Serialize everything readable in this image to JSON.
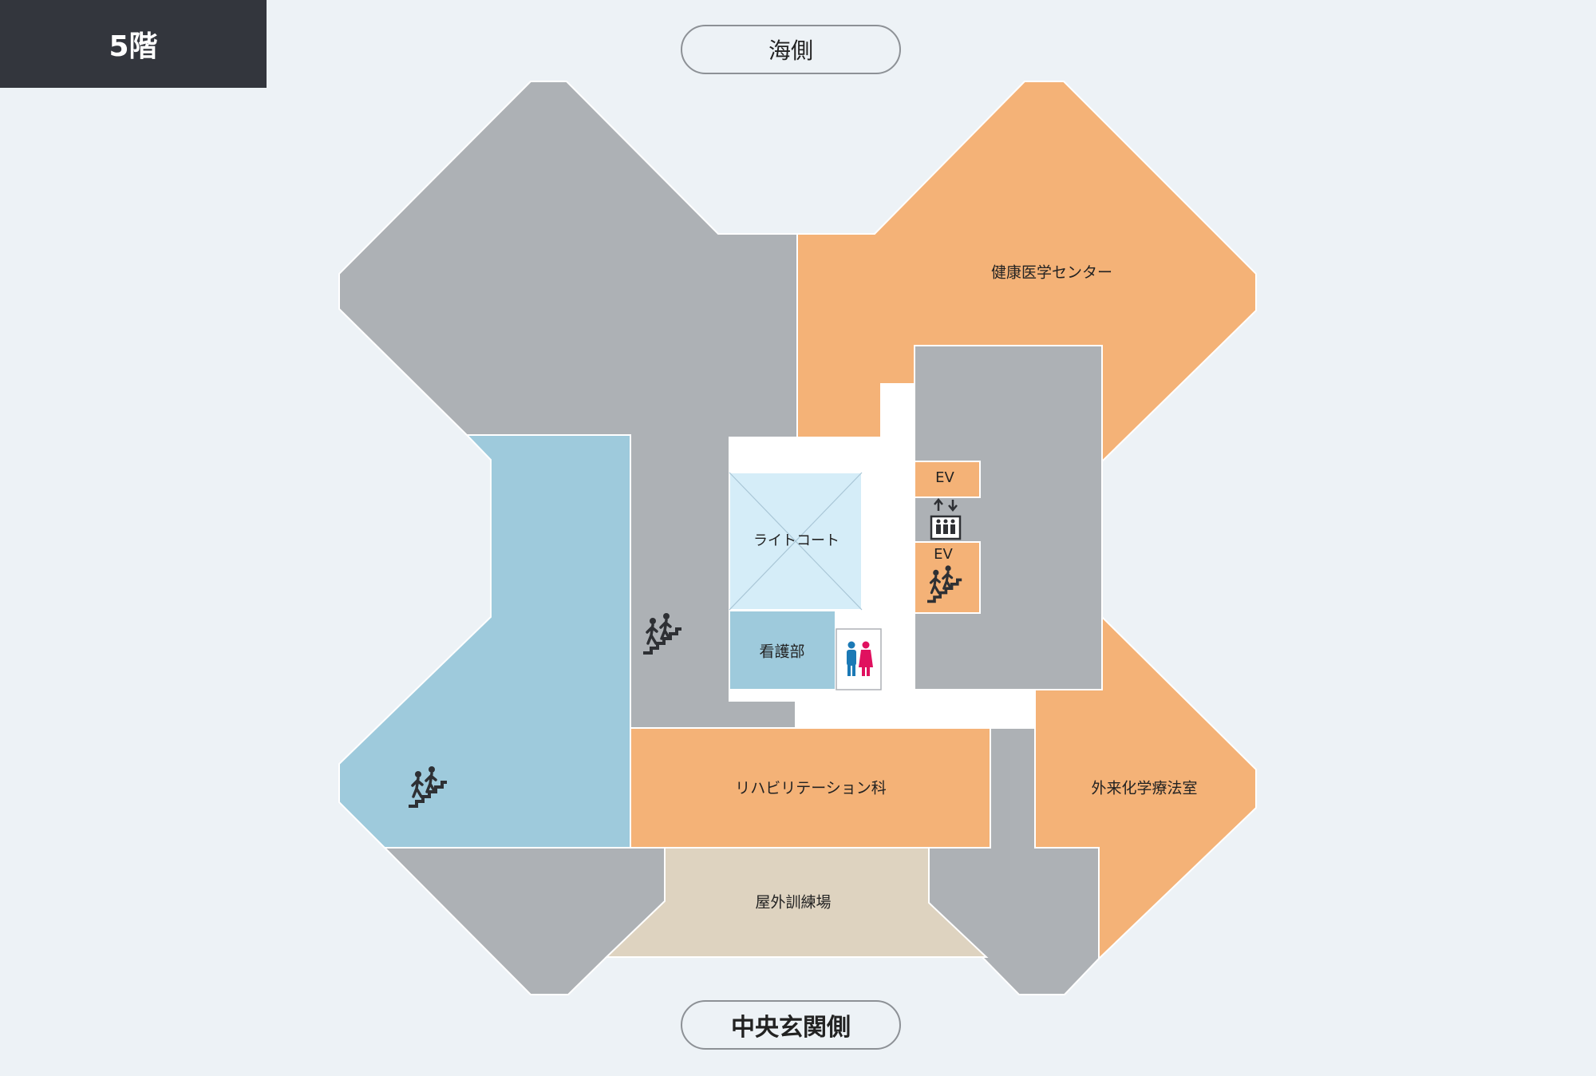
{
  "floor": {
    "label": "5階"
  },
  "directions": {
    "top": "海側",
    "bottom": "中央玄関側"
  },
  "rooms": {
    "health_center": "健康医学センター",
    "ev_upper": "EV",
    "ev_lower": "EV",
    "light_court": "ライトコート",
    "nursing": "看護部",
    "rehab": "リハビリテーション科",
    "chemo": "外来化学療法室",
    "outdoor_training": "屋外訓練場"
  },
  "icons": [
    "stairs-icon",
    "elevator-icon",
    "restroom-icon"
  ],
  "colors": {
    "background": "#edf2f6",
    "gray_area": "#adb1b5",
    "orange_area": "#f4b277",
    "blue_area": "#9ecadc",
    "light_court": "#d5edf8",
    "outdoor": "#ded3c0",
    "corridor": "#ffffff",
    "badge": "#33363d",
    "male": "#1b79b5",
    "female": "#e0115f"
  }
}
